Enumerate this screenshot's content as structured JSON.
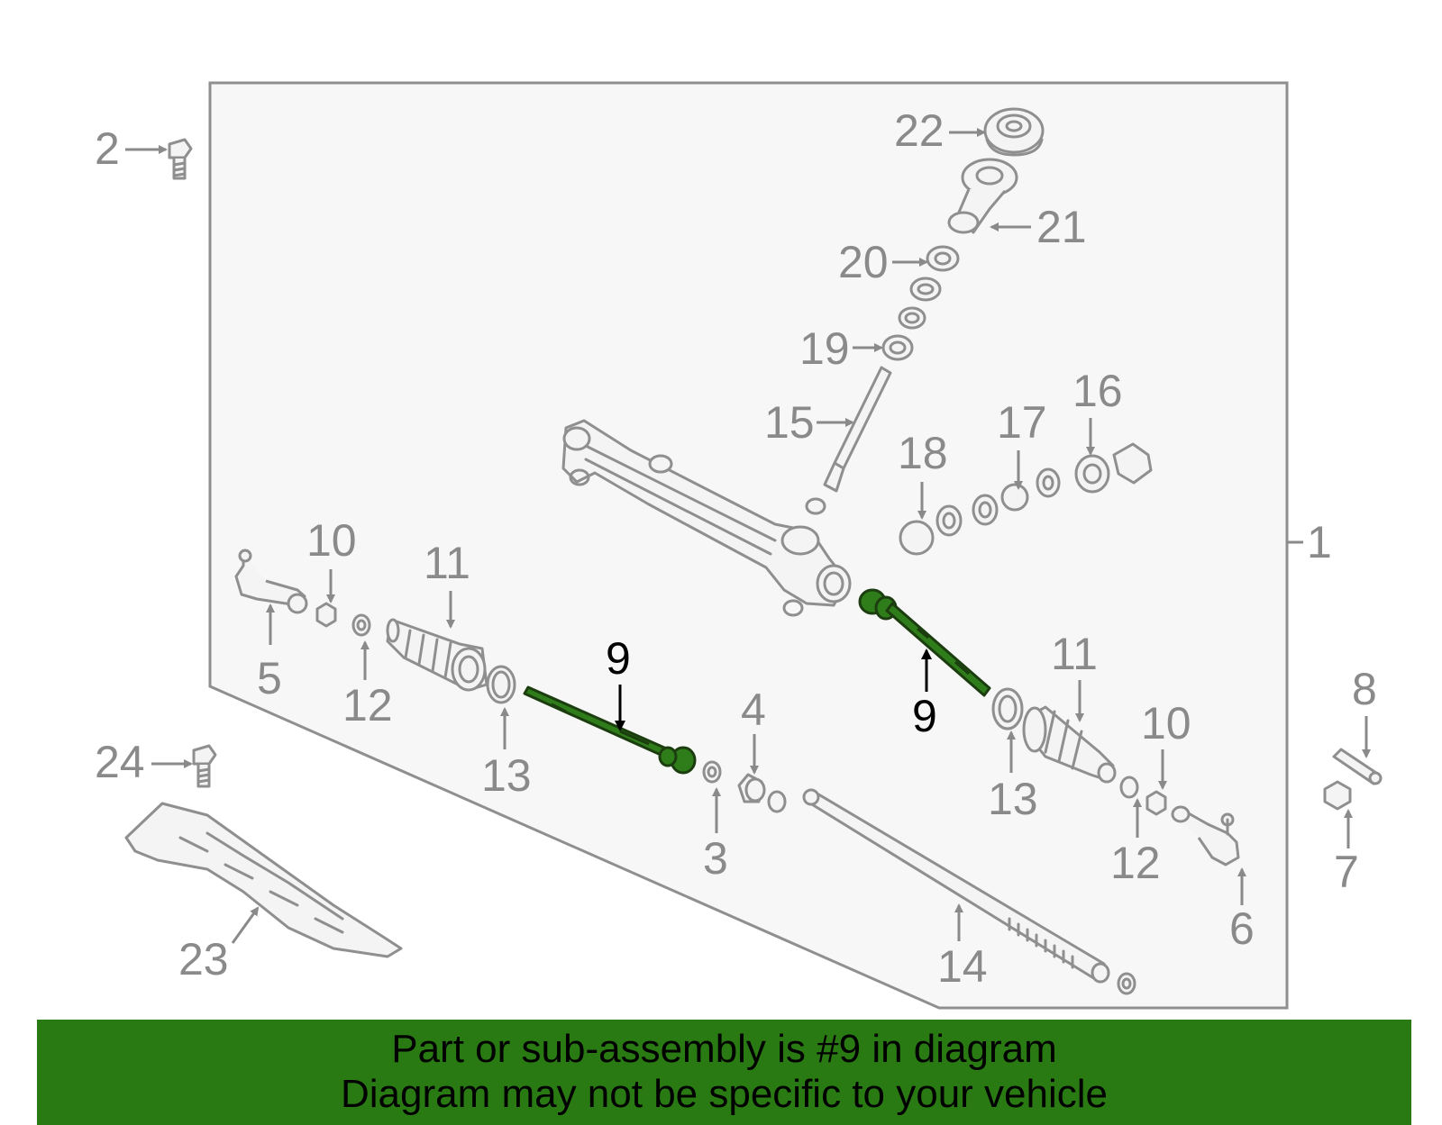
{
  "callouts": {
    "c1": "1",
    "c2": "2",
    "c3": "3",
    "c4": "4",
    "c5": "5",
    "c6": "6",
    "c7": "7",
    "c8": "8",
    "c9": "9",
    "c10": "10",
    "c11": "11",
    "c12": "12",
    "c13": "13",
    "c14": "14",
    "c15": "15",
    "c16": "16",
    "c17": "17",
    "c18": "18",
    "c19": "19",
    "c20": "20",
    "c21": "21",
    "c22": "22",
    "c23": "23",
    "c24": "24"
  },
  "highlight": {
    "part": "9",
    "color": "#2a7a14",
    "banner_color": "#2a7a14"
  },
  "banner": {
    "line1": "Part or sub-assembly is #9 in diagram",
    "line2": "Diagram may not be specific to your vehicle"
  }
}
